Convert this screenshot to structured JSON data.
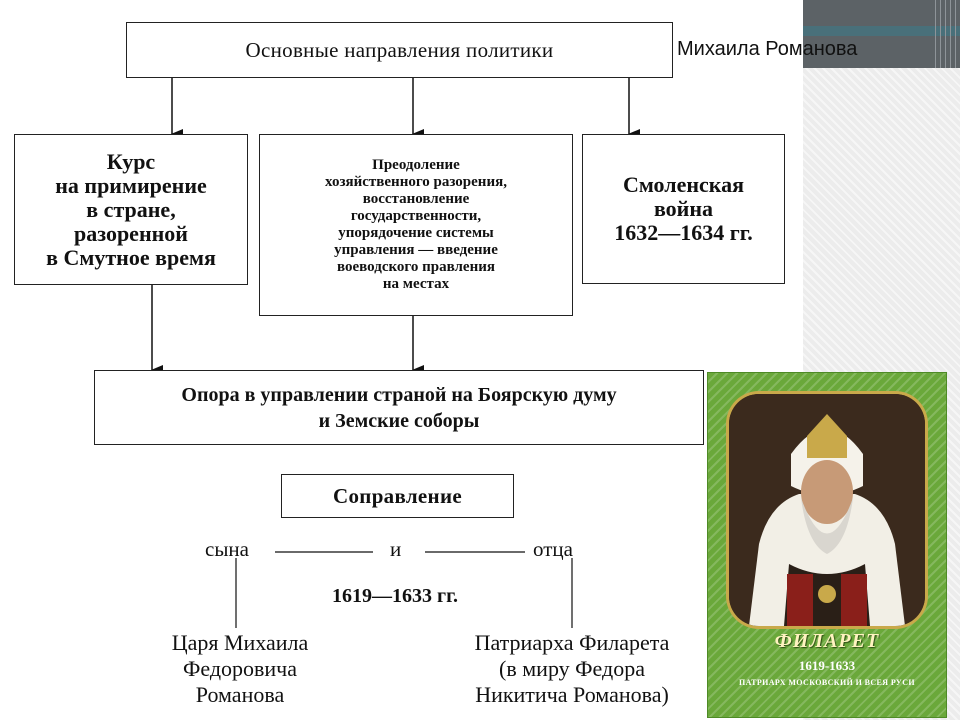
{
  "header_note": "Михаила Романова",
  "top_box": "Основные направления политики",
  "directions": [
    {
      "lines": [
        "Курс",
        "на примирение",
        "в стране,",
        "разоренной",
        "в Смутное время"
      ]
    },
    {
      "lines": [
        "Преодоление",
        "хозяйственного разорения,",
        "восстановление",
        "государственности,",
        "упорядочение системы",
        "управления — введение",
        "воеводского правления",
        "на местах"
      ]
    },
    {
      "lines": [
        "Смоленская",
        "война",
        "1632—1634 гг."
      ]
    }
  ],
  "support_box": {
    "lines": [
      "Опора в управлении страной на Боярскую думу",
      "и Земские соборы"
    ]
  },
  "corule_box": "Соправление",
  "son_label": "сына",
  "and_label": "и",
  "father_label": "отца",
  "corule_years": "1619—1633 гг.",
  "tsar": {
    "lines": [
      "Царя Михаила",
      "Федоровича",
      "Романова"
    ]
  },
  "patriarch": {
    "lines": [
      "Патриарха Филарета",
      "(в миру Федора",
      "Никитича Романова)"
    ]
  },
  "portrait": {
    "name": "ФИЛАРЕТ",
    "years": "1619-1633",
    "title": "ПАТРИАРХ МОСКОВСКИЙ И ВСЕЯ РУСИ"
  }
}
